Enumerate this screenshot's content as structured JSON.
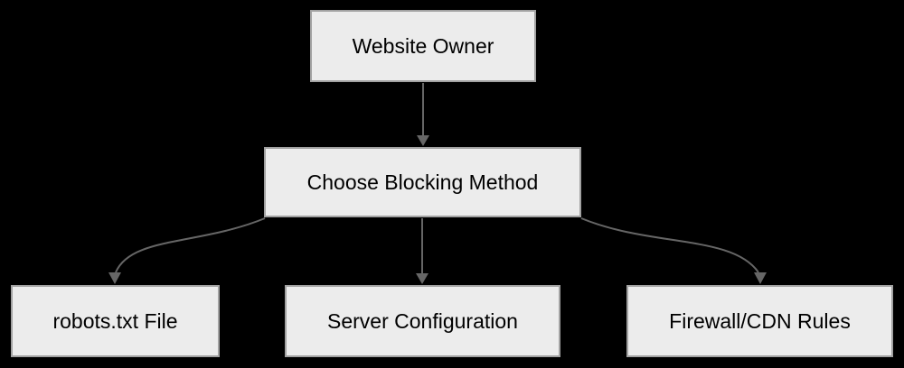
{
  "diagram": {
    "type": "flowchart",
    "background_color": "#000000",
    "node_fill_color": "#ececec",
    "node_border_color": "#a2a2a2",
    "edge_color": "#666666",
    "text_color": "#000000",
    "nodes": [
      {
        "id": "website-owner",
        "label": "Website Owner"
      },
      {
        "id": "choose-blocking-method",
        "label": "Choose Blocking Method"
      },
      {
        "id": "robots-txt-file",
        "label": "robots.txt File"
      },
      {
        "id": "server-configuration",
        "label": "Server Configuration"
      },
      {
        "id": "firewall-cdn-rules",
        "label": "Firewall/CDN Rules"
      }
    ],
    "edges": [
      {
        "from": "Website Owner",
        "to": "Choose Blocking Method"
      },
      {
        "from": "Choose Blocking Method",
        "to": "robots.txt File"
      },
      {
        "from": "Choose Blocking Method",
        "to": "Server Configuration"
      },
      {
        "from": "Choose Blocking Method",
        "to": "Firewall/CDN Rules"
      }
    ]
  }
}
